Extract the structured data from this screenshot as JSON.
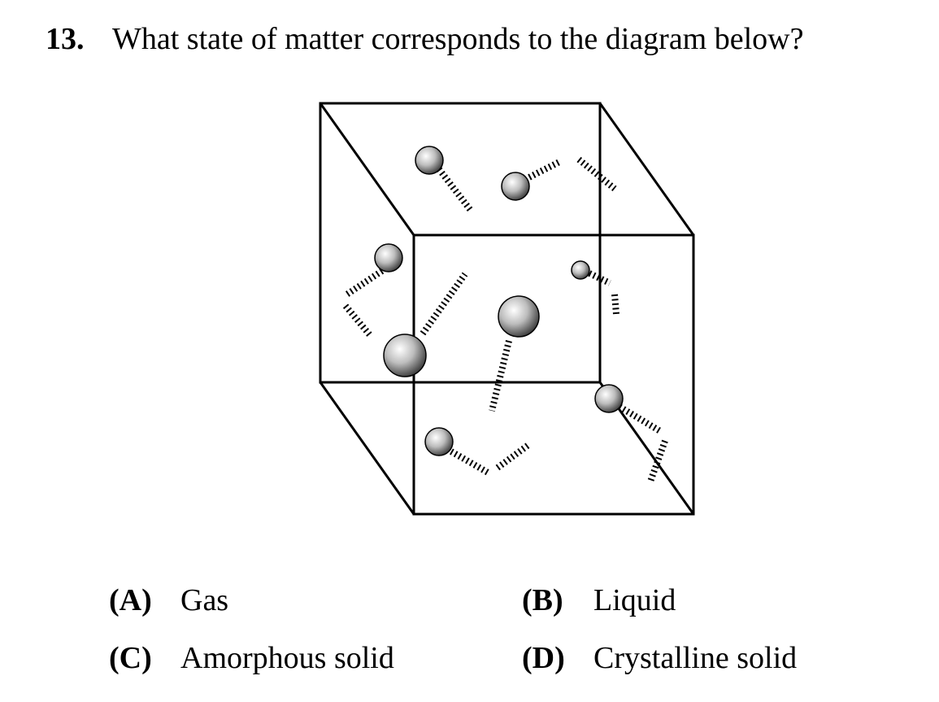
{
  "question": {
    "number": "13.",
    "text": "What state of matter corresponds to the diagram below?"
  },
  "choices": [
    {
      "letter": "(A)",
      "text": "Gas"
    },
    {
      "letter": "(B)",
      "text": "Liquid"
    },
    {
      "letter": "(C)",
      "text": "Amorphous solid"
    },
    {
      "letter": "(D)",
      "text": "Crystalline solid"
    }
  ]
}
